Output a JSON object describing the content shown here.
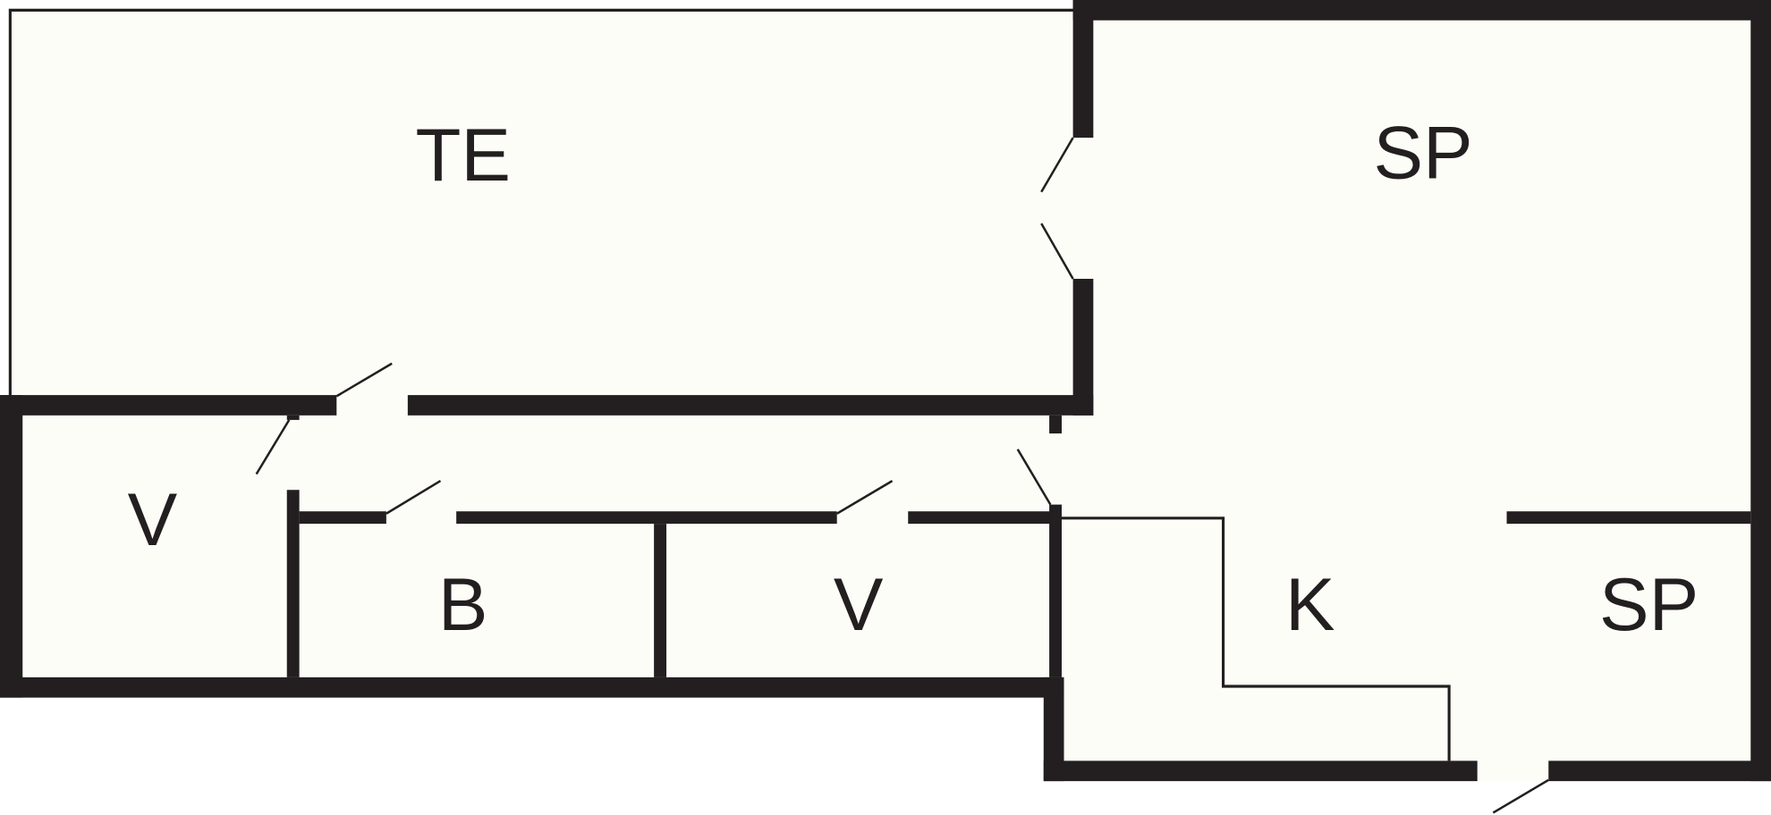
{
  "floor_plan": {
    "colors": {
      "wall": "#231f20",
      "floor": "#fdfdf8",
      "background": "#ffffff"
    },
    "rooms": [
      {
        "id": "terrace",
        "label": "TE"
      },
      {
        "id": "bedroom-large",
        "label": "SP"
      },
      {
        "id": "storage-left",
        "label": "V"
      },
      {
        "id": "bathroom",
        "label": "B"
      },
      {
        "id": "storage-middle",
        "label": "V"
      },
      {
        "id": "kitchen",
        "label": "K"
      },
      {
        "id": "bedroom-small",
        "label": "SP"
      }
    ]
  }
}
